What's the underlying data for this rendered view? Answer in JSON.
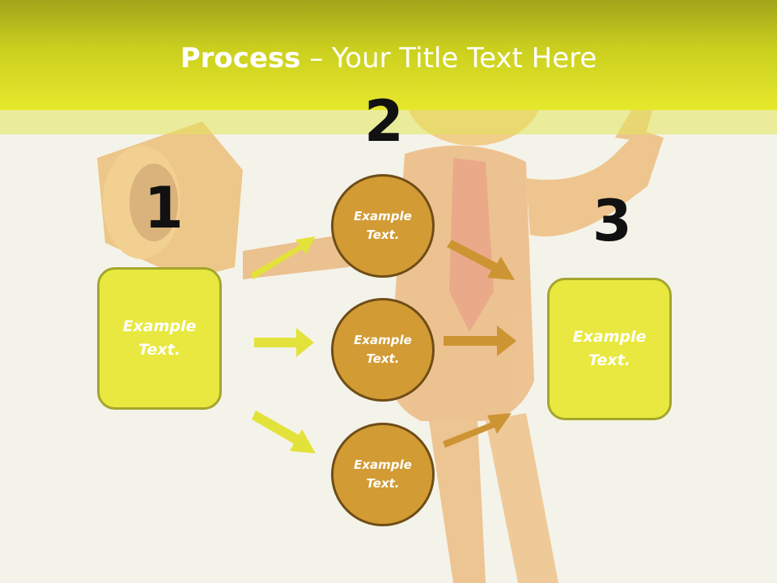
{
  "slide": {
    "title_bold": "Process",
    "title_rest": " – Your Title Text Here"
  },
  "steps": [
    {
      "number": "1",
      "box_text": "Example\nText."
    },
    {
      "number": "2"
    },
    {
      "number": "3",
      "box_text": "Example\nText."
    }
  ],
  "circles": [
    {
      "text": "Example\nText."
    },
    {
      "text": "Example\nText."
    },
    {
      "text": "Example\nText."
    }
  ],
  "colors": {
    "header": "#cbd01f",
    "box_fill": "#e8e840",
    "box_border": "#a4a62c",
    "circle_fill": "#d29b34",
    "circle_border": "#6f4d16",
    "arrow_left": "#e3e23a",
    "arrow_right": "#cd9433"
  }
}
